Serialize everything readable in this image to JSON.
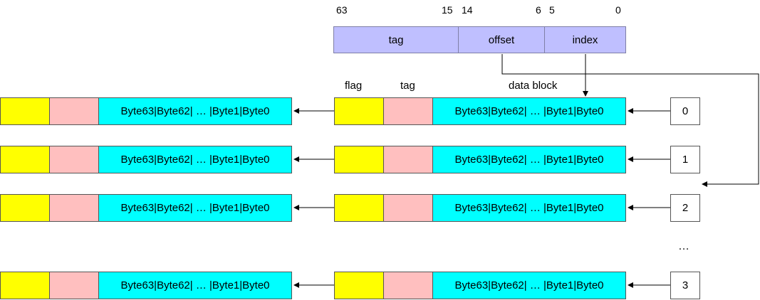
{
  "address": {
    "bit_labels": [
      "63",
      "15",
      "14",
      "6",
      "5",
      "0"
    ],
    "fields": [
      "tag",
      "offset",
      "index"
    ]
  },
  "headers": {
    "flag": "flag",
    "tag": "tag",
    "data_block": "data block"
  },
  "rows": [
    {
      "index": "0",
      "data": "Byte63|Byte62| … |Byte1|Byte0",
      "left_data": "Byte63|Byte62| … |Byte1|Byte0"
    },
    {
      "index": "1",
      "data": "Byte63|Byte62| … |Byte1|Byte0",
      "left_data": "Byte63|Byte62| … |Byte1|Byte0"
    },
    {
      "index": "2",
      "data": "Byte63|Byte62| … |Byte1|Byte0",
      "left_data": "Byte63|Byte62| … |Byte1|Byte0"
    },
    {
      "index": "3",
      "data": "Byte63|Byte62| … |Byte1|Byte0",
      "left_data": "Byte63|Byte62| … |Byte1|Byte0"
    }
  ],
  "ellipsis": "…",
  "colors": {
    "address_field": "#bfbfff",
    "flag": "#ffff00",
    "tag": "#ffbfbf",
    "data": "#00ffff"
  }
}
